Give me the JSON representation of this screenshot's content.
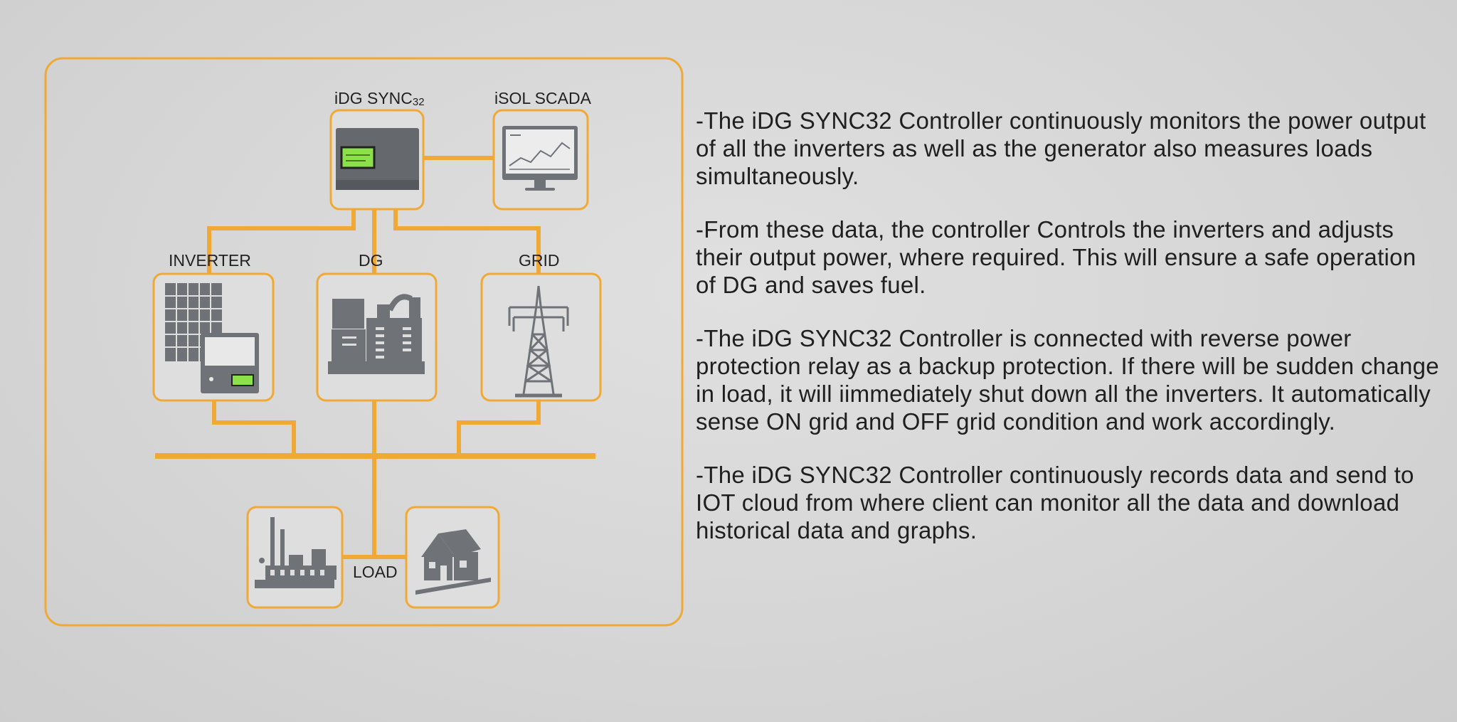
{
  "diagram": {
    "labels": {
      "controller_name": "iDG SYNC",
      "controller_sub": "32",
      "scada": "iSOL SCADA",
      "inverter": "INVERTER",
      "dg": "DG",
      "grid": "GRID",
      "load": "LOAD"
    },
    "colors": {
      "line": "#f0a934",
      "frame": "#f0a934",
      "icon": "#6f7378",
      "screen": "#8ce04a"
    }
  },
  "notes": [
    "-The iDG SYNC32 Controller continuously monitors the power output of all the inverters as well as the generator also measures loads simultaneously.",
    "-From these data, the controller Controls the inverters and adjusts their output power, where required. This will ensure a safe operation of DG and saves fuel.",
    "-The iDG SYNC32 Controller is connected with reverse power protection relay as a backup protection. If there will be sudden change in load, it will iimmediately shut down all the inverters. It automatically sense ON grid and OFF grid condition and work accordingly.",
    "-The iDG SYNC32 Controller continuously records data and send to IOT cloud from where client can monitor all the data and download historical data and graphs."
  ]
}
